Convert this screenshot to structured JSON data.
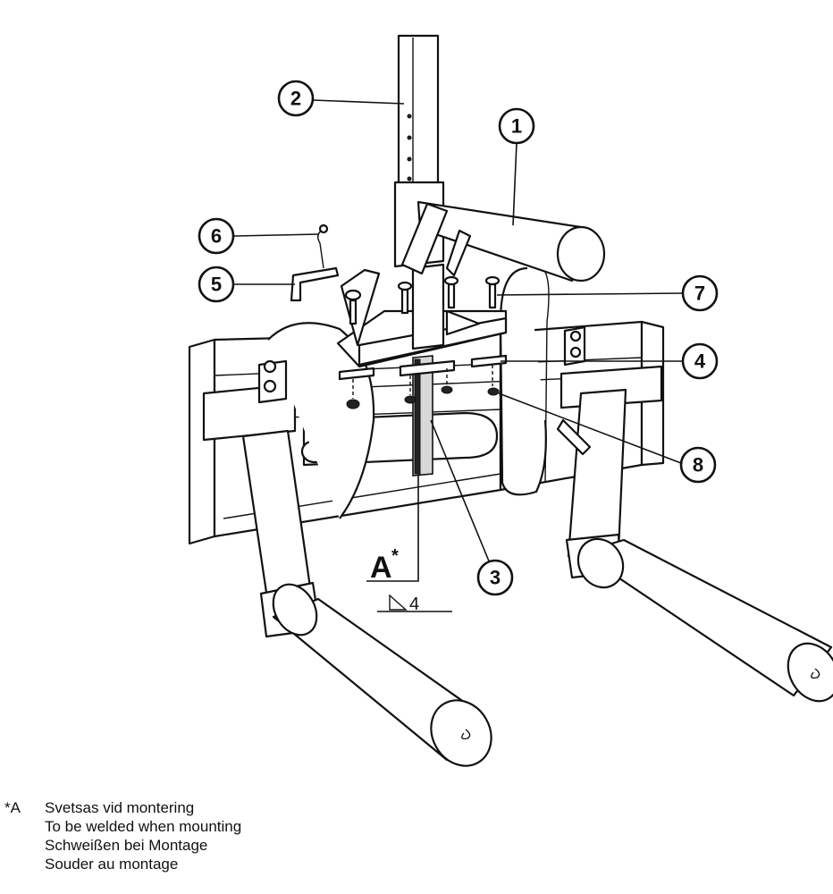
{
  "callouts": [
    "1",
    "2",
    "3",
    "4",
    "5",
    "6",
    "7",
    "8"
  ],
  "weld": {
    "mark": "A",
    "sup": "*",
    "size": "4"
  },
  "legend": {
    "key": "*A",
    "lines": [
      "Svetsas vid montering",
      "To be welded when mounting",
      "Schweißen bei Montage",
      "Souder au montage"
    ]
  }
}
